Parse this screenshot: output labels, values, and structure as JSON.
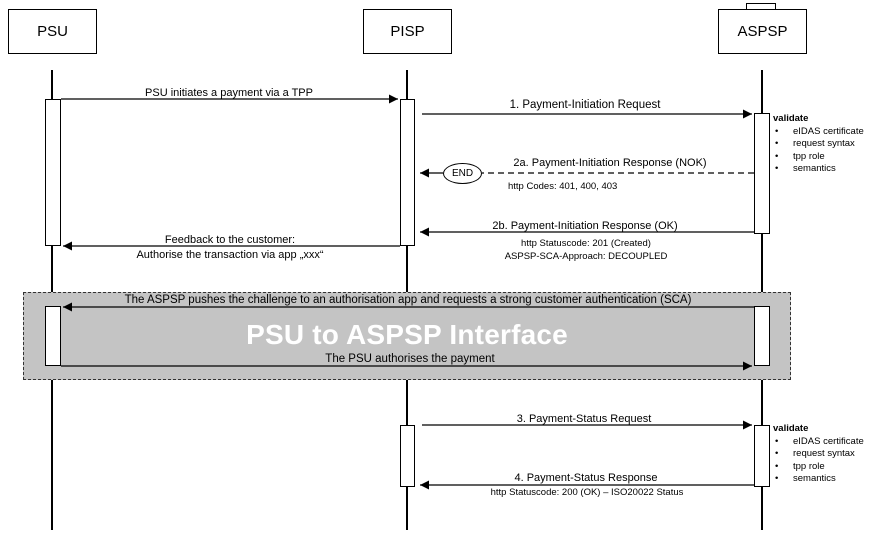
{
  "actors": {
    "psu": "PSU",
    "pisp": "PISP",
    "aspsp": "ASPSP"
  },
  "messages": {
    "m0": "PSU initiates a payment via a TPP",
    "m1": "1. Payment-Initiation Request",
    "m2a": "2a. Payment-Initiation Response (NOK)",
    "m2a_codes": "http Codes: 401, 400, 403",
    "m2b": "2b. Payment-Initiation Response (OK)",
    "m2b_status": "http Statuscode: 201 (Created)",
    "m2b_approach": "ASPSP-SCA-Approach: DECOUPLED",
    "feedback_line1": "Feedback to the customer:",
    "feedback_line2": "Authorise the transaction via app „xxx“",
    "sca_push": "The ASPSP pushes the challenge to an authorisation app and requests a strong customer authentication (SCA)",
    "psu_authorises": "The PSU authorises the payment",
    "m3": "3. Payment-Status Request",
    "m4": "4. Payment-Status Response",
    "m4_status": "http Statuscode: 200 (OK) – ISO20022 Status"
  },
  "end_label": "END",
  "band_title": "PSU to ASPSP Interface",
  "validate_1": {
    "title": "validate",
    "items": [
      "eIDAS certificate",
      "request syntax",
      "tpp role",
      "semantics"
    ]
  },
  "validate_2": {
    "title": "validate",
    "items": [
      "eIDAS certificate",
      "request syntax",
      "tpp role",
      "semantics"
    ]
  }
}
